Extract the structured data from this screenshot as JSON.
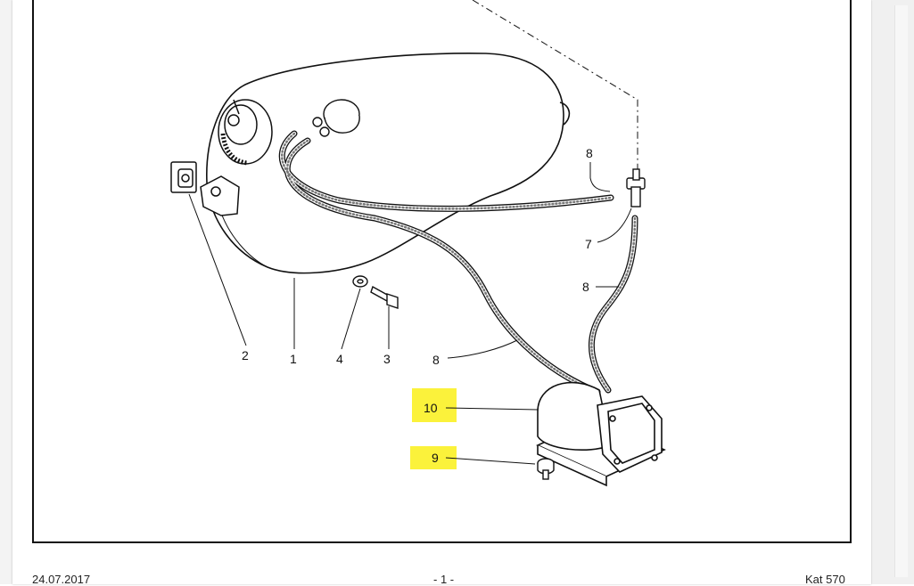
{
  "callouts": {
    "n1": "1",
    "n2": "2",
    "n3": "3",
    "n4": "4",
    "n7": "7",
    "n8_top": "8",
    "n8_mid": "8",
    "n8_bottom": "8",
    "n9": "9",
    "n10": "10"
  },
  "footer": {
    "date": "24.07.2017",
    "page": "- 1 -",
    "catalog": "Kat 570"
  },
  "colors": {
    "highlight": "#fbf23b",
    "ink": "#111111"
  }
}
